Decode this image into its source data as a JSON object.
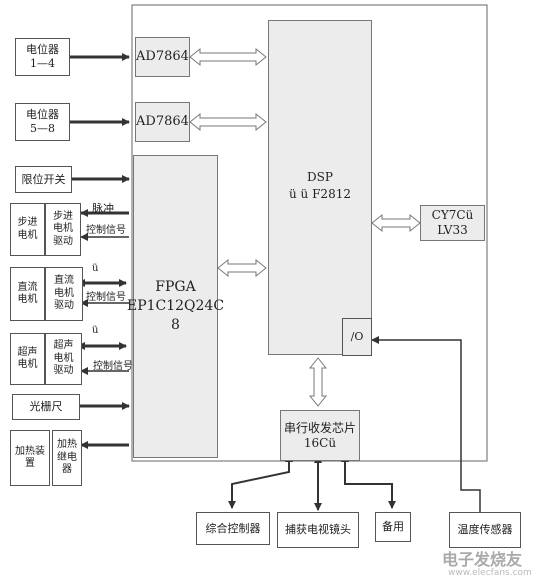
{
  "blocks": {
    "pot_1_4": "电位器\n1—4",
    "pot_5_8": "电位器\n5—8",
    "limit_switch": "限位开关",
    "stepper_motor": "步进\n电机",
    "stepper_driver": "步进\n电机\n驱动",
    "dc_motor": "直流\n电机",
    "dc_driver": "直流\n电机\n驱动",
    "ultrasonic_motor": "超声\n电机",
    "ultrasonic_driver": "超声\n电机\n驱动",
    "grating_ruler": "光栅尺",
    "heating_device": "加热装\n置",
    "heating_relay": "加热\n继电\n器",
    "adc_1": "AD7864",
    "adc_2": "AD7864",
    "fpga": "FPGA\nEP1C12Q24C\n8",
    "dsp": "DSP\nü     ü   F2812",
    "io": "/O",
    "cy7c": "CY7Cü   LV33",
    "serial_chip": "串行收发芯片\n16Cü",
    "controller": "综合控制器",
    "camera": "捕获电视镜头",
    "spare": "备用",
    "temp_sensor": "温度传感器"
  },
  "signal_labels": {
    "pulse": "脉冲",
    "control_1": "控制信号",
    "u_1": "ü",
    "control_2": "控制信号",
    "u_2": "ü",
    "control_3": "控制信号"
  },
  "watermark": {
    "text": "电子发烧友",
    "url": "www.elecfans.com"
  }
}
